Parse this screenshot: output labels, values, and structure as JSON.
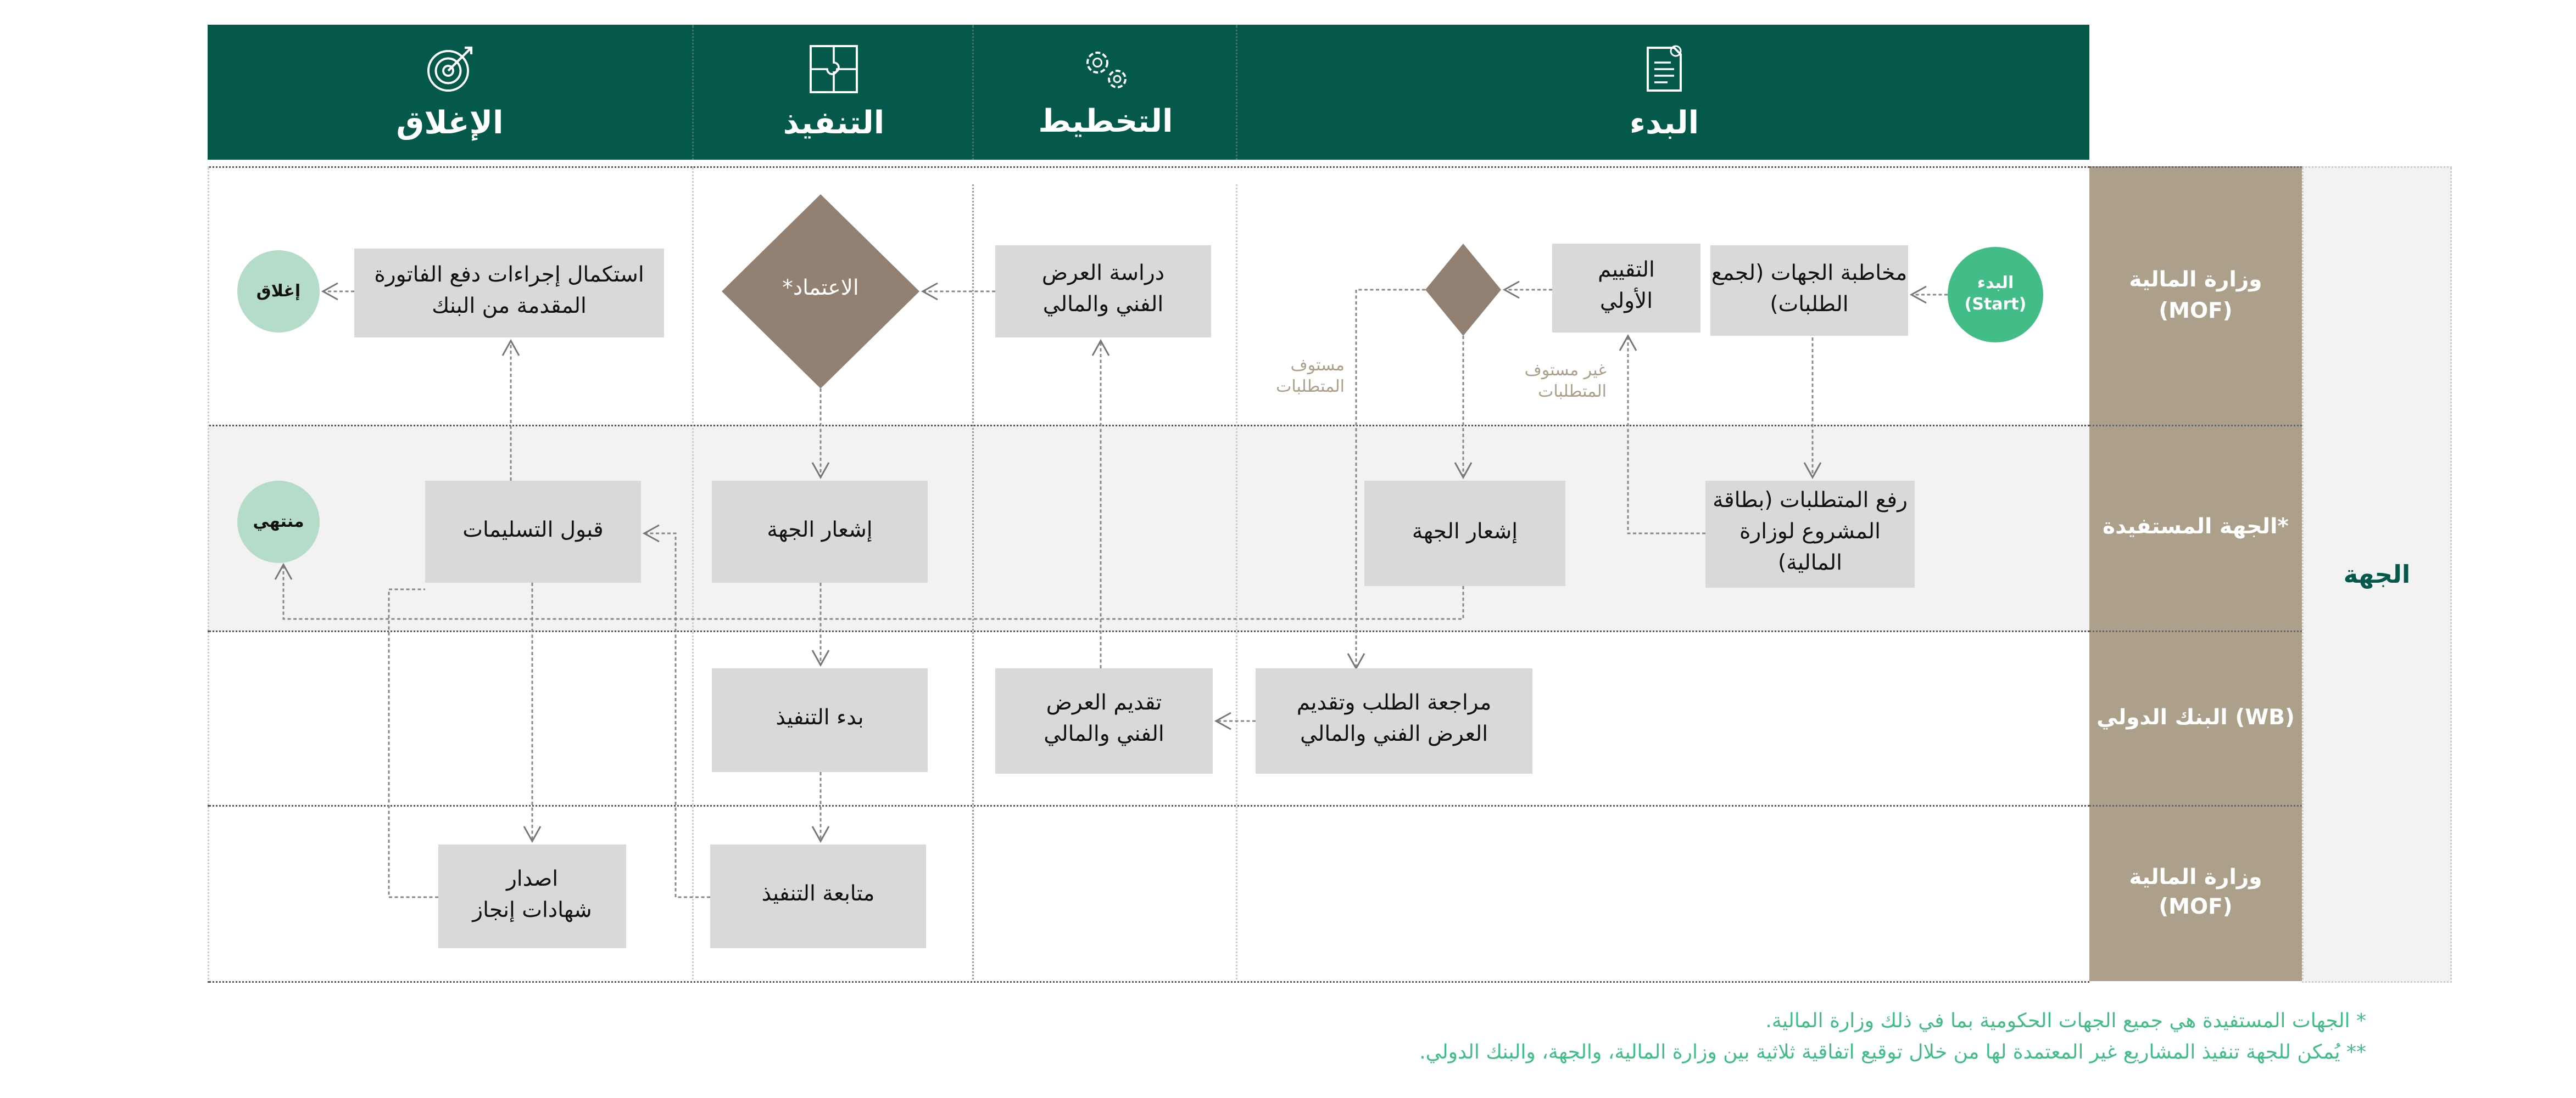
{
  "phases": [
    {
      "label": "البدء",
      "icon": "document-icon"
    },
    {
      "label": "التخطيط",
      "icon": "gears-icon"
    },
    {
      "label": "التنفيذ",
      "icon": "puzzle-icon"
    },
    {
      "label": "الإغلاق",
      "icon": "target-icon"
    }
  ],
  "group_label": "الجهة",
  "lanes": [
    "وزارة المالية (MOF)",
    "الجهة المستفيدة*",
    "البنك الدولي (WB)",
    "وزارة المالية (MOF)"
  ],
  "nodes": {
    "start": "البدء (Start)",
    "contact": "مخاطبة الجهات (لجمع الطلبات)",
    "initial_eval": "التقييم الأولي",
    "upload_reqs": "رفع المتطلبات (بطاقة المشروع لوزارة المالية)",
    "notify_1": "إشعار الجهة",
    "review": "مراجعة الطلب وتقديم العرض الفني والمالي",
    "submit_offer": "تقديم العرض الفني والمالي",
    "study_offer": "دراسة  العرض الفني والمالي",
    "approval": "الاعتماد*",
    "notify_2": "إشعار الجهة",
    "start_impl": "بدء التنفيذ",
    "follow_impl": "متابعة  التنفيذ",
    "complete_payment": "استكمال إجراءات دفع الفاتورة المقدمة من البنك",
    "accept": "قبول التسليمات",
    "certificates": "اصدار شهادات إنجاز",
    "close": "إغلاق",
    "ended": "منتهي"
  },
  "labels": {
    "meets": "مستوف المتطلبات",
    "not_meets": "غير مستوف المتطلبات"
  },
  "footnotes": [
    "* الجهات المستفيدة هي جميع الجهات الحكومية بما في ذلك وزارة المالية.",
    "** يُمكن للجهة تنفيذ المشاريع غير المعتمدة لها من خلال توقيع اتفاقية ثلاثية بين وزارة المالية، والجهة، والبنك الدولي."
  ],
  "colors": {
    "header": "#04594a",
    "lane_label": "#ada08a",
    "start": "#43bd87",
    "end": "#b5dcc9",
    "diamond": "#928072",
    "box": "#d9d9d9"
  }
}
